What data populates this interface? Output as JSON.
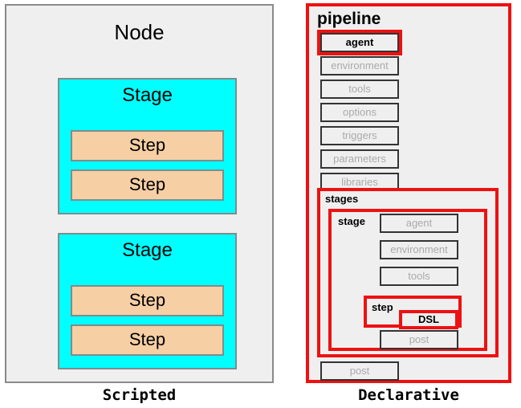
{
  "colors": {
    "panel_background": "#efefef",
    "panel_border": "#8a8a8a",
    "stage_fill": "#00ffff",
    "step_fill": "#f7cfa4",
    "highlight_red": "#ee1111",
    "disabled_text": "#aaaaaa",
    "box_border": "#333333"
  },
  "scripted": {
    "caption": "Scripted",
    "title": "Node",
    "stages": [
      {
        "label": "Stage",
        "steps": [
          {
            "label": "Step"
          },
          {
            "label": "Step"
          }
        ]
      },
      {
        "label": "Stage",
        "steps": [
          {
            "label": "Step"
          },
          {
            "label": "Step"
          }
        ]
      }
    ]
  },
  "declarative": {
    "caption": "Declarative",
    "title": "pipeline",
    "directives": [
      {
        "label": "agent",
        "enabled": true,
        "highlighted": true
      },
      {
        "label": "environment",
        "enabled": false,
        "highlighted": false
      },
      {
        "label": "tools",
        "enabled": false,
        "highlighted": false
      },
      {
        "label": "options",
        "enabled": false,
        "highlighted": false
      },
      {
        "label": "triggers",
        "enabled": false,
        "highlighted": false
      },
      {
        "label": "parameters",
        "enabled": false,
        "highlighted": false
      },
      {
        "label": "libraries",
        "enabled": false,
        "highlighted": false
      }
    ],
    "stages": {
      "label": "stages",
      "highlighted": true,
      "stage": {
        "label": "stage",
        "highlighted": true,
        "directives": [
          {
            "label": "agent",
            "enabled": false
          },
          {
            "label": "environment",
            "enabled": false
          },
          {
            "label": "tools",
            "enabled": false
          }
        ],
        "step": {
          "label": "step",
          "highlighted": true,
          "dsl": {
            "label": "DSL",
            "highlighted": true
          }
        },
        "post": {
          "label": "post",
          "enabled": false
        }
      }
    },
    "post": {
      "label": "post",
      "enabled": false
    }
  }
}
